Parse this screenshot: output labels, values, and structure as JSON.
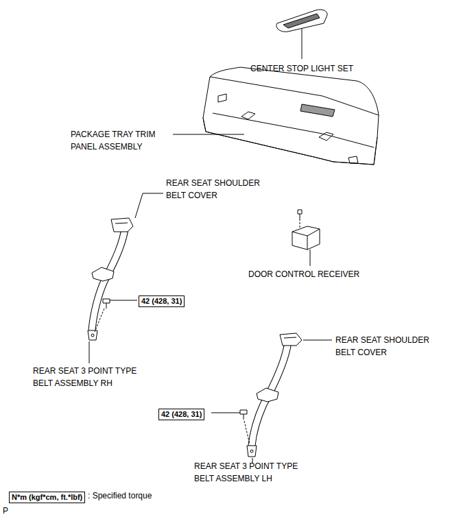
{
  "diagram": {
    "nodes": [
      {
        "text": [
          "42 (428, 31)"
        ]
      },
      {
        "text": [
          "42 (428, 31)"
        ]
      },
      {
        "text": [
          "N*m (kgf*cm, ft.*lbf)",
          ": Specified torque"
        ]
      }
    ],
    "labels": [
      "CENTER STOP LIGHT SET",
      "PACKAGE TRAY TRIM PANEL ASSEMBLY",
      "REAR SEAT SHOULDER BELT COVER",
      "DOOR CONTROL RECEIVER",
      "REAR SEAT 3 POINT TYPE BELT ASSEMBLY RH",
      "REAR SEAT SHOULDER BELT COVER",
      "REAR SEAT 3 POINT TYPE BELT ASSEMBLY LH",
      "P"
    ]
  }
}
